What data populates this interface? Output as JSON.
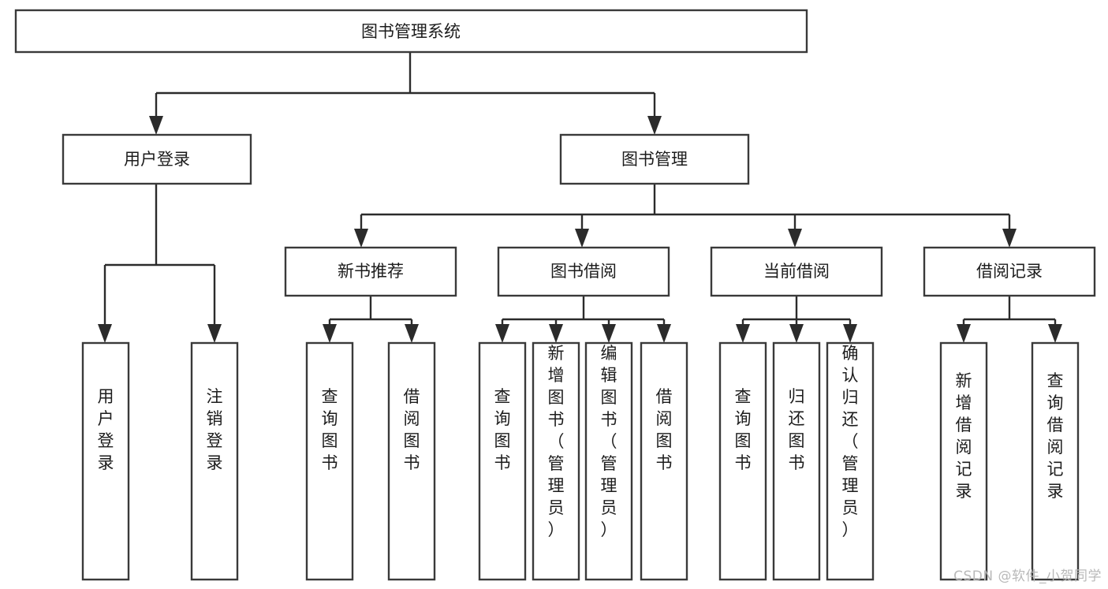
{
  "diagram": {
    "type": "tree",
    "title": "图书管理系统",
    "orientation": "top-down",
    "watermark": "CSDN @软件_小贺同学",
    "colors": {
      "box_stroke": "#3a3a3a",
      "box_fill": "#ffffff",
      "connector": "#2b2b2b",
      "text": "#1c1c1c",
      "background": "#ffffff",
      "watermark": "#b9b9b9"
    },
    "root": {
      "id": "root",
      "label": "图书管理系统"
    },
    "level2": [
      {
        "id": "user-login",
        "label": "用户登录"
      },
      {
        "id": "book-manage",
        "label": "图书管理"
      }
    ],
    "level3": [
      {
        "id": "new-book-recommend",
        "label": "新书推荐",
        "parent": "book-manage"
      },
      {
        "id": "book-borrow",
        "label": "图书借阅",
        "parent": "book-manage"
      },
      {
        "id": "current-borrow",
        "label": "当前借阅",
        "parent": "book-manage"
      },
      {
        "id": "borrow-record",
        "label": "借阅记录",
        "parent": "book-manage"
      }
    ],
    "leaves": {
      "user-login": [
        {
          "id": "leaf-user-login",
          "label": "用户登录"
        },
        {
          "id": "leaf-user-logout",
          "label": "注销登录"
        }
      ],
      "new-book-recommend": [
        {
          "id": "leaf-query-book-1",
          "label": "查询图书"
        },
        {
          "id": "leaf-borrow-book-1",
          "label": "借阅图书"
        }
      ],
      "book-borrow": [
        {
          "id": "leaf-query-book-2",
          "label": "查询图书"
        },
        {
          "id": "leaf-add-book",
          "label": "新增图书（管理员）"
        },
        {
          "id": "leaf-edit-book",
          "label": "编辑图书（管理员）"
        },
        {
          "id": "leaf-borrow-book-2",
          "label": "借阅图书"
        }
      ],
      "current-borrow": [
        {
          "id": "leaf-query-book-3",
          "label": "查询图书"
        },
        {
          "id": "leaf-return-book",
          "label": "归还图书"
        },
        {
          "id": "leaf-confirm-return",
          "label": "确认归还（管理员）"
        }
      ],
      "borrow-record": [
        {
          "id": "leaf-add-record",
          "label": "新增借阅记录"
        },
        {
          "id": "leaf-query-record",
          "label": "查询借阅记录"
        }
      ]
    }
  }
}
